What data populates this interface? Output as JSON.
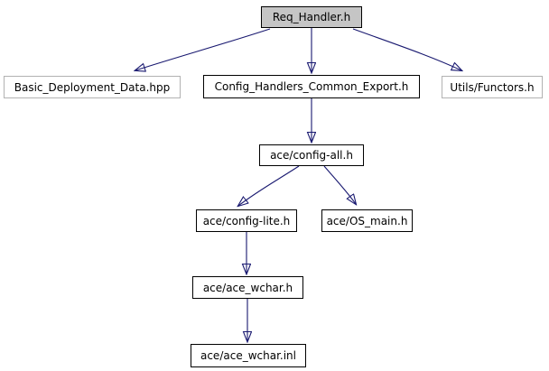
{
  "diagram": {
    "type": "include-dependency-graph",
    "colors": {
      "arrow": "#191970",
      "highlight_fill": "#c5c5c5",
      "node_fill": "#ffffff",
      "border_linked": "#000000",
      "border_plain": "#b2b2b2",
      "text": "#000000",
      "background": "#ffffff"
    },
    "nodes": {
      "req_handler": {
        "label": "Req_Handler.h"
      },
      "basic_deployment_data": {
        "label": "Basic_Deployment_Data.hpp"
      },
      "config_handlers_common_export": {
        "label": "Config_Handlers_Common_Export.h"
      },
      "utils_functors": {
        "label": "Utils/Functors.h"
      },
      "config_all": {
        "label": "ace/config-all.h"
      },
      "config_lite": {
        "label": "ace/config-lite.h"
      },
      "os_main": {
        "label": "ace/OS_main.h"
      },
      "ace_wchar_h": {
        "label": "ace/ace_wchar.h"
      },
      "ace_wchar_inl": {
        "label": "ace/ace_wchar.inl"
      }
    },
    "edges": [
      {
        "from": "req_handler",
        "to": "basic_deployment_data"
      },
      {
        "from": "req_handler",
        "to": "config_handlers_common_export"
      },
      {
        "from": "req_handler",
        "to": "utils_functors"
      },
      {
        "from": "config_handlers_common_export",
        "to": "config_all"
      },
      {
        "from": "config_all",
        "to": "config_lite"
      },
      {
        "from": "config_all",
        "to": "os_main"
      },
      {
        "from": "config_lite",
        "to": "ace_wchar_h"
      },
      {
        "from": "ace_wchar_h",
        "to": "ace_wchar_inl"
      }
    ]
  }
}
